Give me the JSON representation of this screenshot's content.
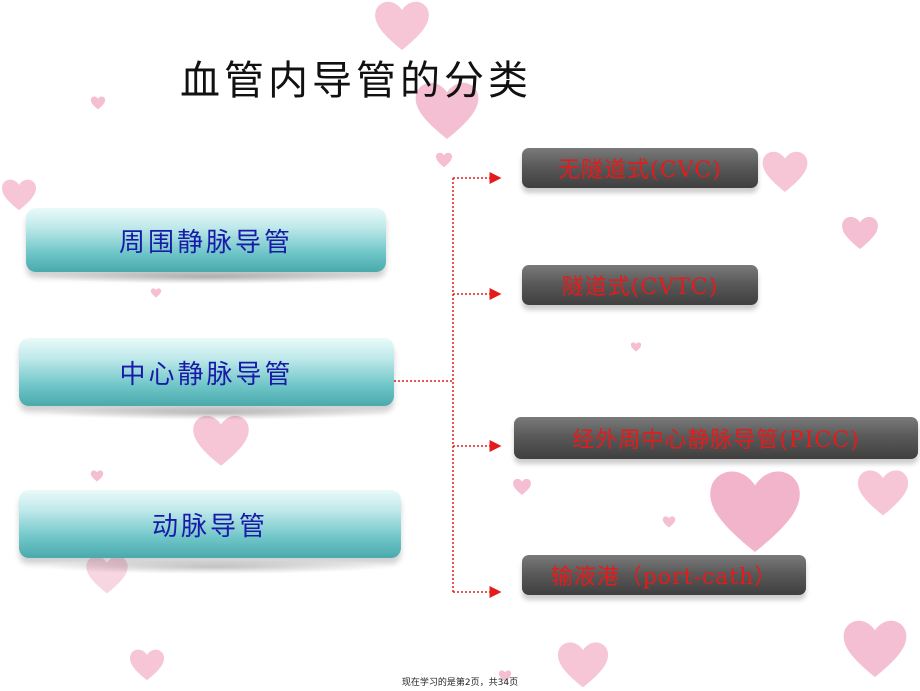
{
  "slide": {
    "title": "血管内导管的分类",
    "left_boxes": [
      "周围静脉导管",
      "中心静脉导管",
      "动脉导管"
    ],
    "right_boxes": [
      "无隧道式(CVC)",
      "隧道式(CVTC)",
      "经外周中心静脉导管(PICC)",
      "输液港（port-cath）"
    ],
    "footer": "现在学习的是第2页，共34页"
  },
  "colors": {
    "left_box_text": "#1a1aa8",
    "right_box_text": "#e51b1b",
    "connector": "#e51b1b",
    "heart": "#f4b8cf"
  },
  "decor": {
    "background_icon": "heart-icon"
  }
}
